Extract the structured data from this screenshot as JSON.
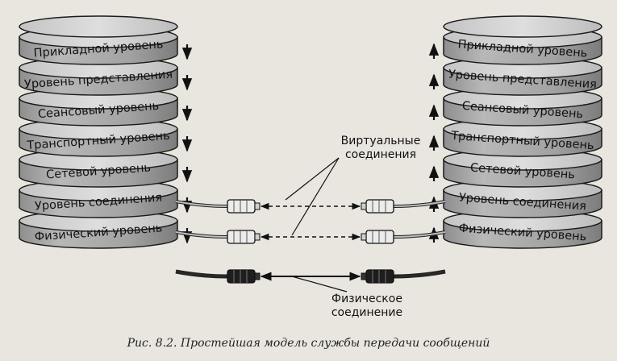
{
  "diagram": {
    "left_stack": {
      "layers": [
        "Прикладной уровень",
        "Уровень представления",
        "Сеансовый уровень",
        "Транспортный уровень",
        "Сетевой уровень",
        "Уровень соединения",
        "Физический уровень"
      ],
      "arrow_direction": "down"
    },
    "right_stack": {
      "layers": [
        "Прикладной уровень",
        "Уровень представления",
        "Сеансовый уровень",
        "Транспортный уровень",
        "Сетевой уровень",
        "Уровень соединения",
        "Физический уровень"
      ],
      "arrow_direction": "up"
    },
    "virtual_label": [
      "Виртуальные",
      "соединения"
    ],
    "physical_label": [
      "Физическое",
      "соединение"
    ]
  },
  "caption": "Рис. 8.2. Простейшая модель службы передачи сообщений",
  "colors": {
    "layer_face": "#a9a9a9",
    "layer_top": "#d0d0d0",
    "outline": "#1a1a1a",
    "background": "#e9e6e0",
    "virtual_cable": "#bdbdbd",
    "physical_cable": "#2a2a2a"
  }
}
